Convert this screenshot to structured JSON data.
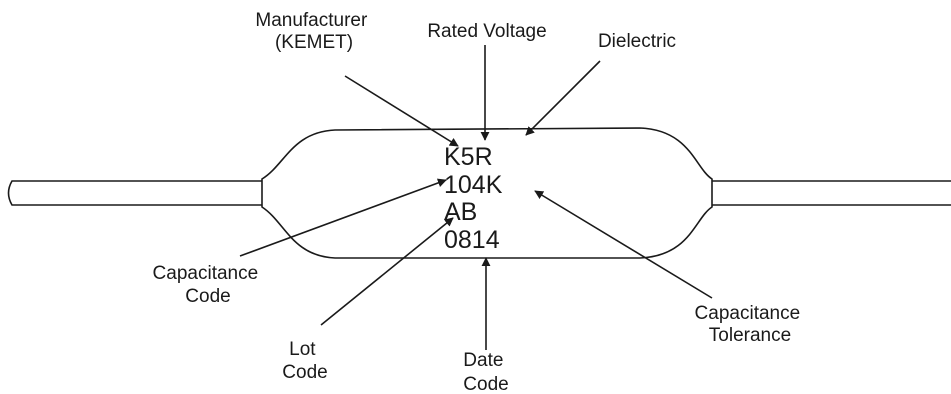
{
  "markings": {
    "line1": "K5R",
    "line2": "104K",
    "line3": "AB",
    "line4": "0814"
  },
  "callouts": {
    "manufacturer": [
      "Manufacturer",
      "(KEMET)"
    ],
    "rated_voltage": "Rated Voltage",
    "dielectric": "Dielectric",
    "capacitance_code": [
      "Capacitance",
      "Code"
    ],
    "lot_code": [
      "Lot",
      "Code"
    ],
    "date_code": [
      "Date",
      "Code"
    ],
    "capacitance_tolerance": [
      "Capacitance",
      "Tolerance"
    ]
  },
  "colors": {
    "ink": "#1a1a1a",
    "background": "#ffffff"
  }
}
